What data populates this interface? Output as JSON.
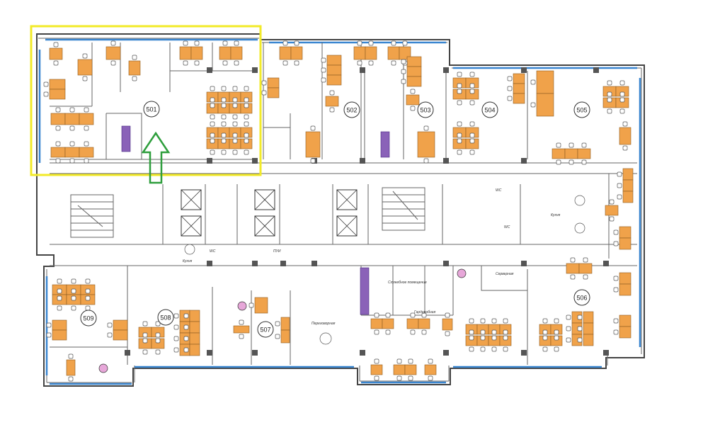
{
  "plan": {
    "rooms": [
      {
        "id": "r501",
        "label": "501"
      },
      {
        "id": "r502",
        "label": "502"
      },
      {
        "id": "r503",
        "label": "503"
      },
      {
        "id": "r504",
        "label": "504"
      },
      {
        "id": "r505",
        "label": "505"
      },
      {
        "id": "r506",
        "label": "506"
      },
      {
        "id": "r507",
        "label": "507"
      },
      {
        "id": "r508",
        "label": "508"
      },
      {
        "id": "r509",
        "label": "509"
      }
    ],
    "small_labels": [
      {
        "id": "kitchen_right",
        "text": "Кухня"
      },
      {
        "id": "kitchen_left",
        "text": "Кухня"
      },
      {
        "id": "wc1",
        "text": "WC"
      },
      {
        "id": "wc2",
        "text": "WC"
      },
      {
        "id": "wc3",
        "text": "WC"
      },
      {
        "id": "pum",
        "text": "ПУИ"
      },
      {
        "id": "service",
        "text": "Служебное помещение"
      },
      {
        "id": "wardrobe",
        "text": "Гардеробная"
      },
      {
        "id": "server",
        "text": "Серверная"
      },
      {
        "id": "meeting",
        "text": "Переговорная"
      }
    ],
    "colors": {
      "highlight_frame": "#f2ea28",
      "arrow": "#2e9e3c",
      "desk": "#f0a24a",
      "window": "#3a86d0",
      "cabinet": "#8a62b8",
      "seat_pink": "#e7a7d9"
    }
  }
}
